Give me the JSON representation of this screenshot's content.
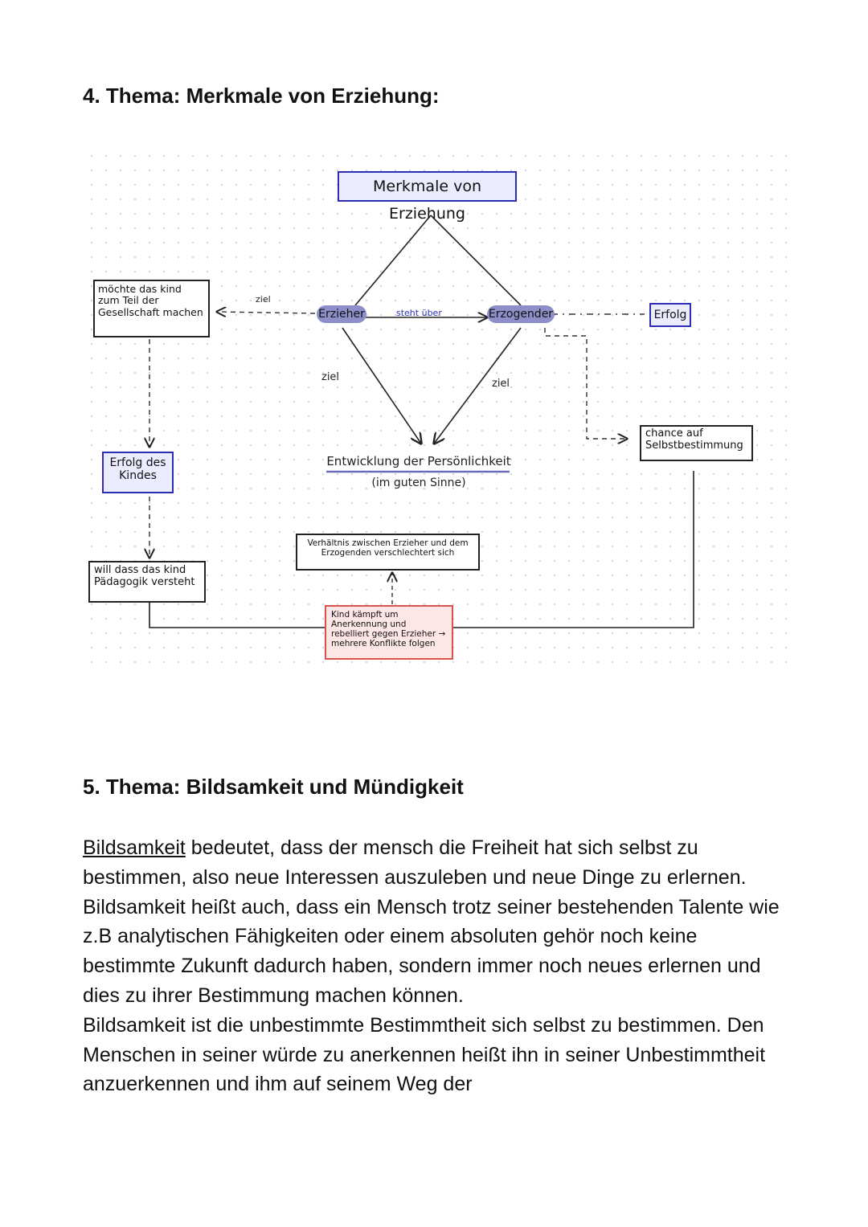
{
  "heading4": "4. Thema: Merkmale von Erziehung:",
  "diagram": {
    "title": "Merkmale von Erziehung",
    "erzieher": "Erzieher",
    "erzogender": "Erzogender",
    "steht_ueber": "steht über",
    "ziel_left": "ziel",
    "ziel_lower_left": "ziel",
    "ziel_lower_right": "ziel",
    "gesellschaft": "möchte das kind zum Teil der Gesellschaft machen",
    "erfolg": "Erfolg",
    "chance": "chance auf Selbstbestimmung",
    "entwicklung": "Entwicklung der Persönlichkeit",
    "im_guten_sinne": "(im guten Sinne)",
    "erfolg_des_kindes": "Erfolg des Kindes",
    "paedagogik": "will dass das kind Pädagogik versteht",
    "verhaeltnis": "Verhältnis zwischen Erzieher und dem Erzogenden verschlechtert sich",
    "konflikt": "Kind kämpft um Anerkennung und rebelliert gegen Erzieher → mehrere Konflikte folgen",
    "colors": {
      "accent_blue": "#2b2fb5",
      "node_fill": "#8d8fc9",
      "red": "#d9534f"
    }
  },
  "heading5": "5. Thema: Bildsamkeit und Mündigkeit",
  "body": {
    "term": "Bildsamkeit",
    "p1_rest": " bedeutet, dass der mensch die Freiheit hat sich selbst zu bestimmen, also neue Interessen auszuleben und neue Dinge zu erlernen. Bildsamkeit heißt auch, dass ein Mensch trotz seiner bestehenden Talente wie z.B analytischen Fähigkeiten oder einem absoluten gehör noch keine bestimmte Zukunft dadurch haben, sondern immer noch neues erlernen und dies zu ihrer Bestimmung machen können.",
    "p2": "Bildsamkeit ist die unbestimmte Bestimmtheit sich selbst zu bestimmen. Den Menschen in seiner würde zu anerkennen heißt ihn in seiner Unbestimmtheit anzuerkennen und ihm auf seinem Weg der"
  }
}
